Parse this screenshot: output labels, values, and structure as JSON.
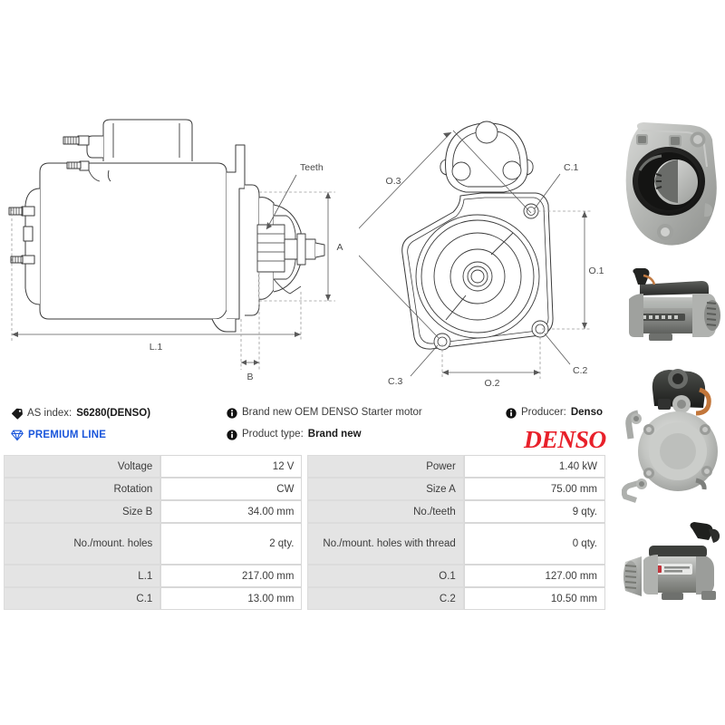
{
  "product": {
    "as_index_label": "AS index:",
    "as_index_value": "S6280(DENSO)",
    "premium_line": "PREMIUM LINE",
    "description": "Brand new OEM DENSO Starter motor",
    "product_type_label": "Product type:",
    "product_type_value": "Brand new",
    "producer_label": "Producer:",
    "producer_value": "Denso",
    "brand_logo": "DENSO",
    "brand_color": "#e8202a",
    "premium_color": "#1a56db"
  },
  "drawings": {
    "side_view": {
      "labels": {
        "teeth": "Teeth",
        "a": "A",
        "b": "B",
        "l1": "L.1"
      }
    },
    "front_view": {
      "labels": {
        "o1": "O.1",
        "o2": "O.2",
        "o3": "O.3",
        "c1": "C.1",
        "c2": "C.2",
        "c3": "C.3"
      }
    }
  },
  "spec_table": {
    "rows": [
      {
        "left_label": "Voltage",
        "left_value": "12 V",
        "right_label": "Power",
        "right_value": "1.40 kW"
      },
      {
        "left_label": "Rotation",
        "left_value": "CW",
        "right_label": "Size A",
        "right_value": "75.00 mm"
      },
      {
        "left_label": "Size B",
        "left_value": "34.00 mm",
        "right_label": "No./teeth",
        "right_value": "9 qty."
      },
      {
        "left_label": "No./mount. holes",
        "left_value": "2 qty.",
        "right_label": "No./mount. holes with thread",
        "right_value": "0 qty."
      },
      {
        "left_label": "L.1",
        "left_value": "217.00 mm",
        "right_label": "O.1",
        "right_value": "127.00 mm"
      },
      {
        "left_label": "C.1",
        "left_value": "13.00 mm",
        "right_label": "C.2",
        "right_value": "10.50 mm"
      }
    ]
  },
  "photos": [
    {
      "alt": "starter-motor-drive-end-front-view"
    },
    {
      "alt": "starter-motor-side-profile-view"
    },
    {
      "alt": "starter-motor-solenoid-top-view"
    },
    {
      "alt": "starter-motor-angled-full-view"
    }
  ]
}
